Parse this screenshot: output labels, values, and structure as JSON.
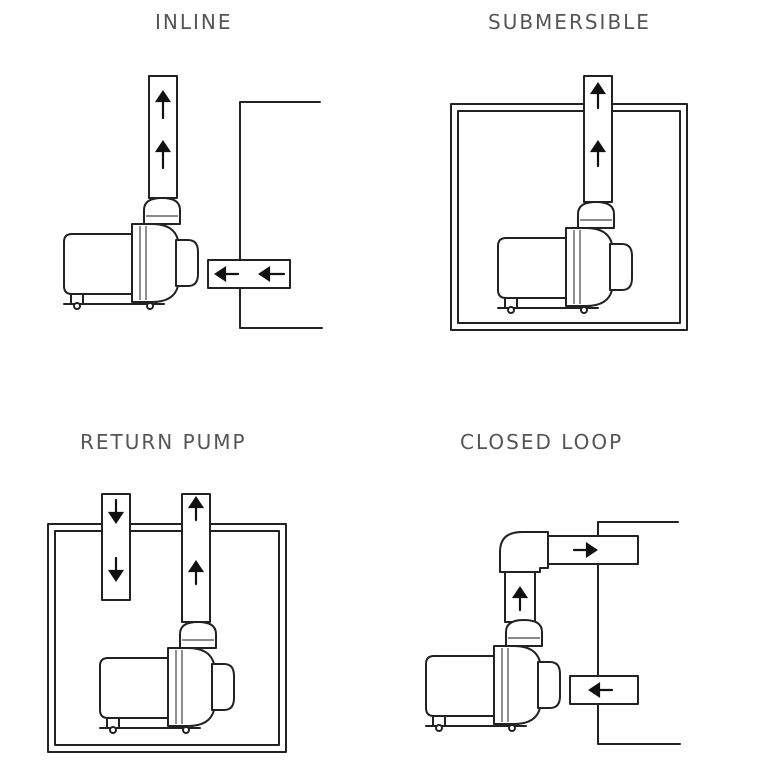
{
  "diagram": {
    "panels": [
      {
        "id": "inline",
        "title": "INLINE"
      },
      {
        "id": "submersible",
        "title": "SUBMERSIBLE"
      },
      {
        "id": "return",
        "title": "RETURN PUMP"
      },
      {
        "id": "closed",
        "title": "CLOSED LOOP"
      }
    ],
    "colors": {
      "line": "#222222",
      "text": "#555555",
      "background": "#ffffff"
    }
  }
}
